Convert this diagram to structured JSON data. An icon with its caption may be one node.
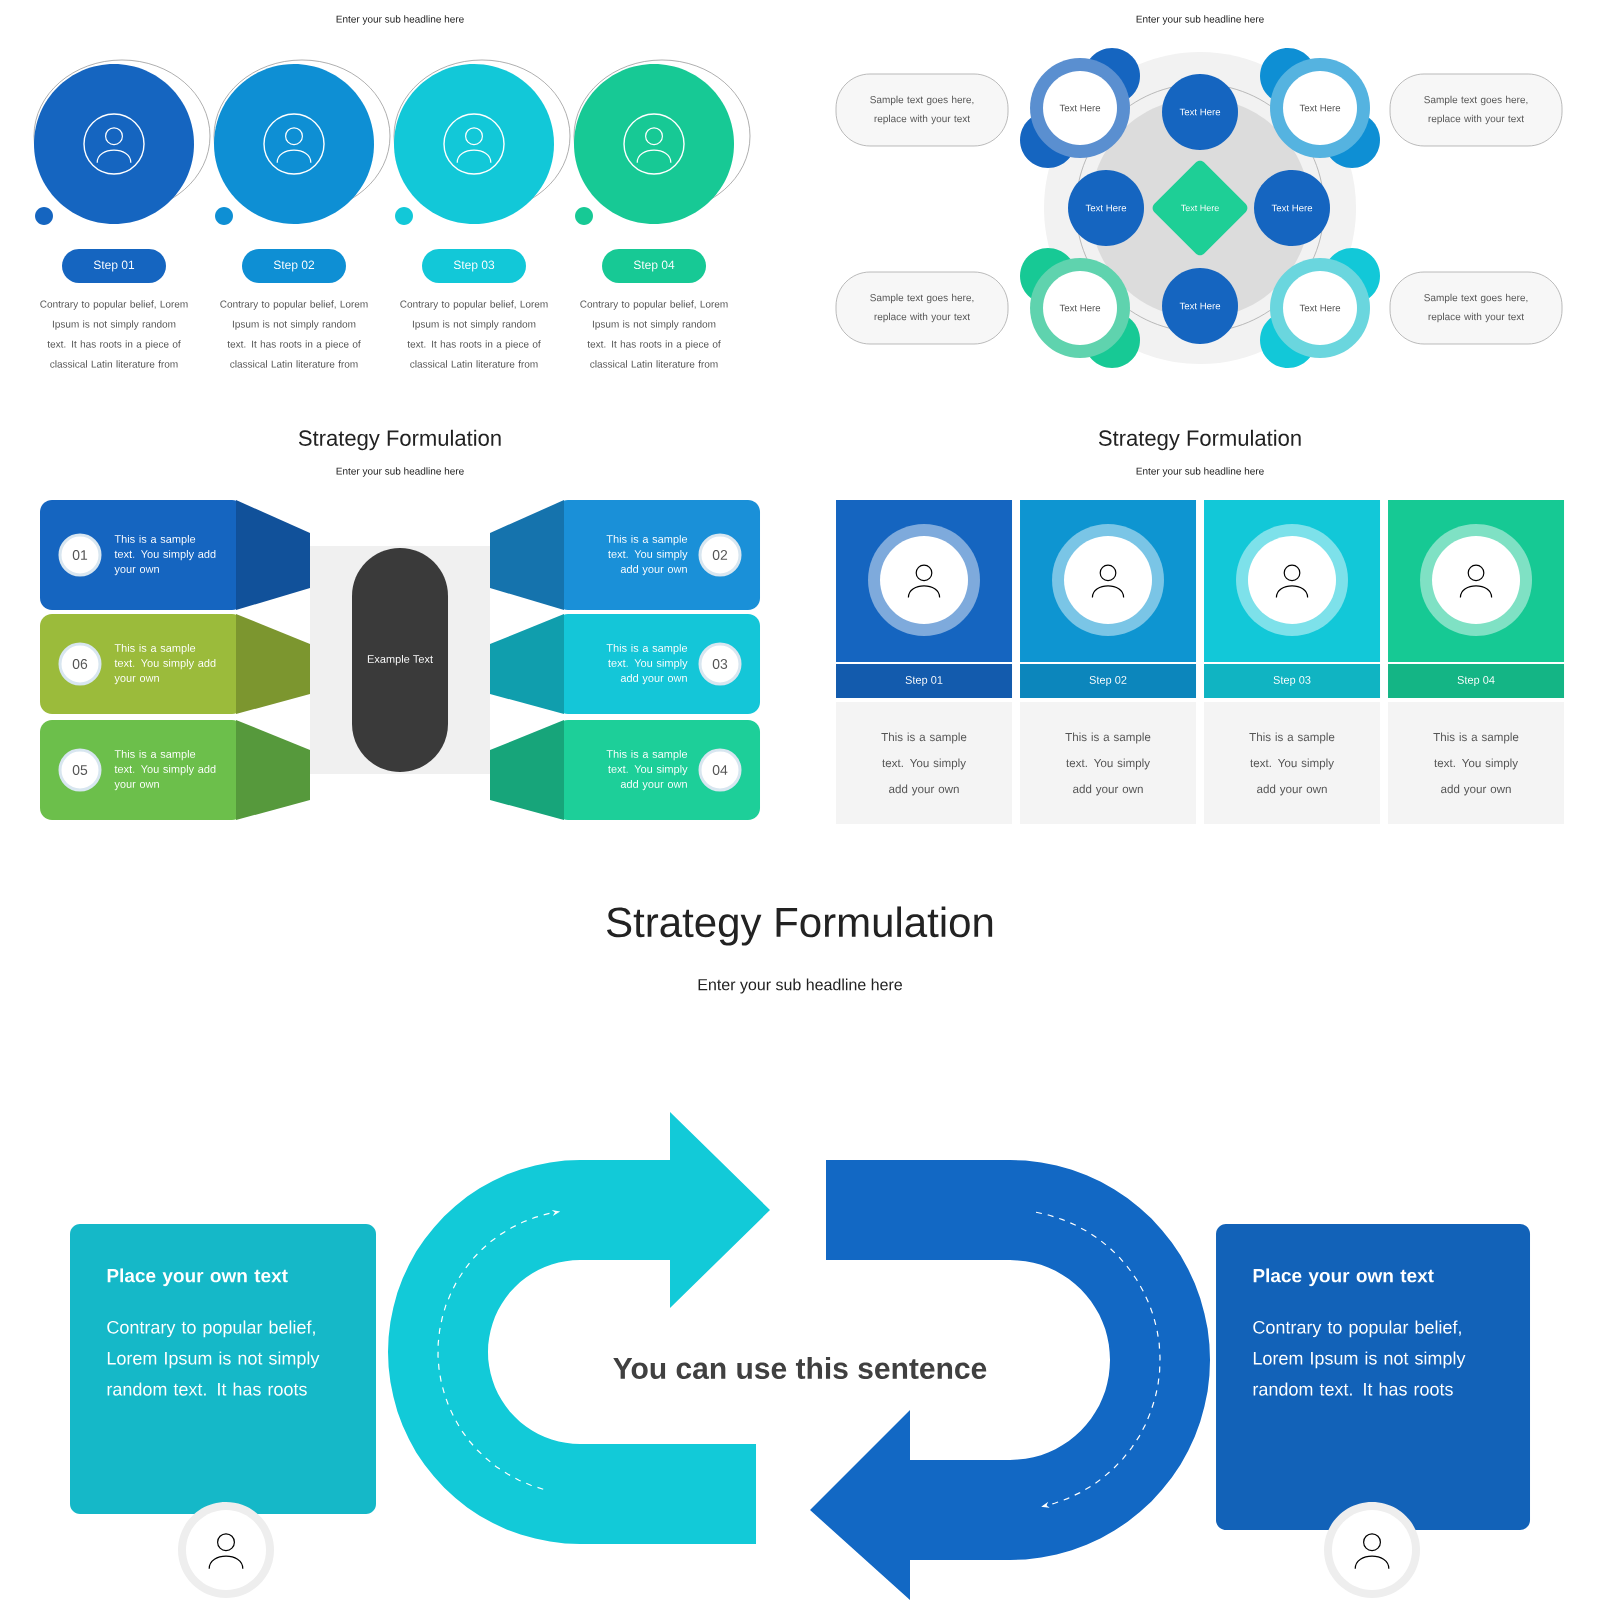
{
  "diagram": {
    "nodes": [
      {
        "text": [
          "Step 01"
        ],
        "beside": [
          "Contrary to popular belief, Lorem Ipsum is not simply random text. It has roots in a piece of classical Latin literature from"
        ]
      },
      {
        "text": [
          "Step 02"
        ],
        "beside": [
          "Contrary to popular belief, Lorem Ipsum is not simply random text. It has roots in a piece of classical Latin literature from"
        ]
      },
      {
        "text": [
          "Step 03"
        ],
        "beside": [
          "Contrary to popular belief, Lorem Ipsum is not simply random text. It has roots in a piece of classical Latin literature from"
        ]
      },
      {
        "text": [
          "Step 04"
        ],
        "beside": [
          "Contrary to popular belief, Lorem Ipsum is not simply random text. It has roots in a piece of classical Latin literature from"
        ]
      },
      {
        "text": [
          "Sample text goes here, replace with your text"
        ]
      },
      {
        "text": [
          "Text Here"
        ]
      },
      {
        "text": [
          "Text Here"
        ]
      },
      {
        "text": [
          "Text Here"
        ]
      },
      {
        "text": [
          "Sample text goes here, replace with your text"
        ]
      },
      {
        "text": [
          "Text Here"
        ]
      },
      {
        "text": [
          "Text Here"
        ]
      },
      {
        "text": [
          "Text Here"
        ]
      },
      {
        "text": [
          "Sample text goes here, replace with your text"
        ]
      },
      {
        "text": [
          "Text Here"
        ]
      },
      {
        "text": [
          "Text Here"
        ]
      },
      {
        "text": [
          "Text Here"
        ]
      },
      {
        "text": [
          "Sample text goes here, replace with your text"
        ]
      },
      {
        "text": [
          "01",
          "This is a sample text. You simply add your own"
        ]
      },
      {
        "text": [
          "This is a sample text. You simply add your own",
          "02"
        ]
      },
      {
        "text": [
          "06",
          "This is a sample text. You simply add your own"
        ]
      },
      {
        "text": [
          "Example Text"
        ]
      },
      {
        "text": [
          "This is a sample text. You simply add your own",
          "03"
        ]
      },
      {
        "text": [
          "05",
          "This is a sample text. You simply add your own"
        ]
      },
      {
        "text": [
          "This is a sample text. You simply add your own",
          "04"
        ]
      },
      {
        "text": [
          "Step 01",
          "This is a sample text. You simply add your own"
        ]
      },
      {
        "text": [
          "Step 02",
          "This is a sample text. You simply add your own"
        ]
      },
      {
        "text": [
          "Step 03",
          "This is a sample text. You simply add your own"
        ]
      },
      {
        "text": [
          "Step 04",
          "This is a sample text. You simply add your own"
        ]
      },
      {
        "text": [
          "Place your own text",
          "Contrary to popular belief, Lorem Ipsum is not simply random text. It has roots"
        ]
      },
      {
        "text": [
          "Place your own text",
          "Contrary to popular belief, Lorem Ipsum is not simply random text. It has roots"
        ]
      }
    ],
    "labels": [
      "Enter your sub headline here",
      "Enter your sub headline here",
      "Strategy Formulation",
      "Enter your sub headline here",
      "Strategy Formulation",
      "Enter your sub headline here",
      "Strategy Formulation",
      "Enter your sub headline here",
      "You can use this sentence"
    ]
  }
}
